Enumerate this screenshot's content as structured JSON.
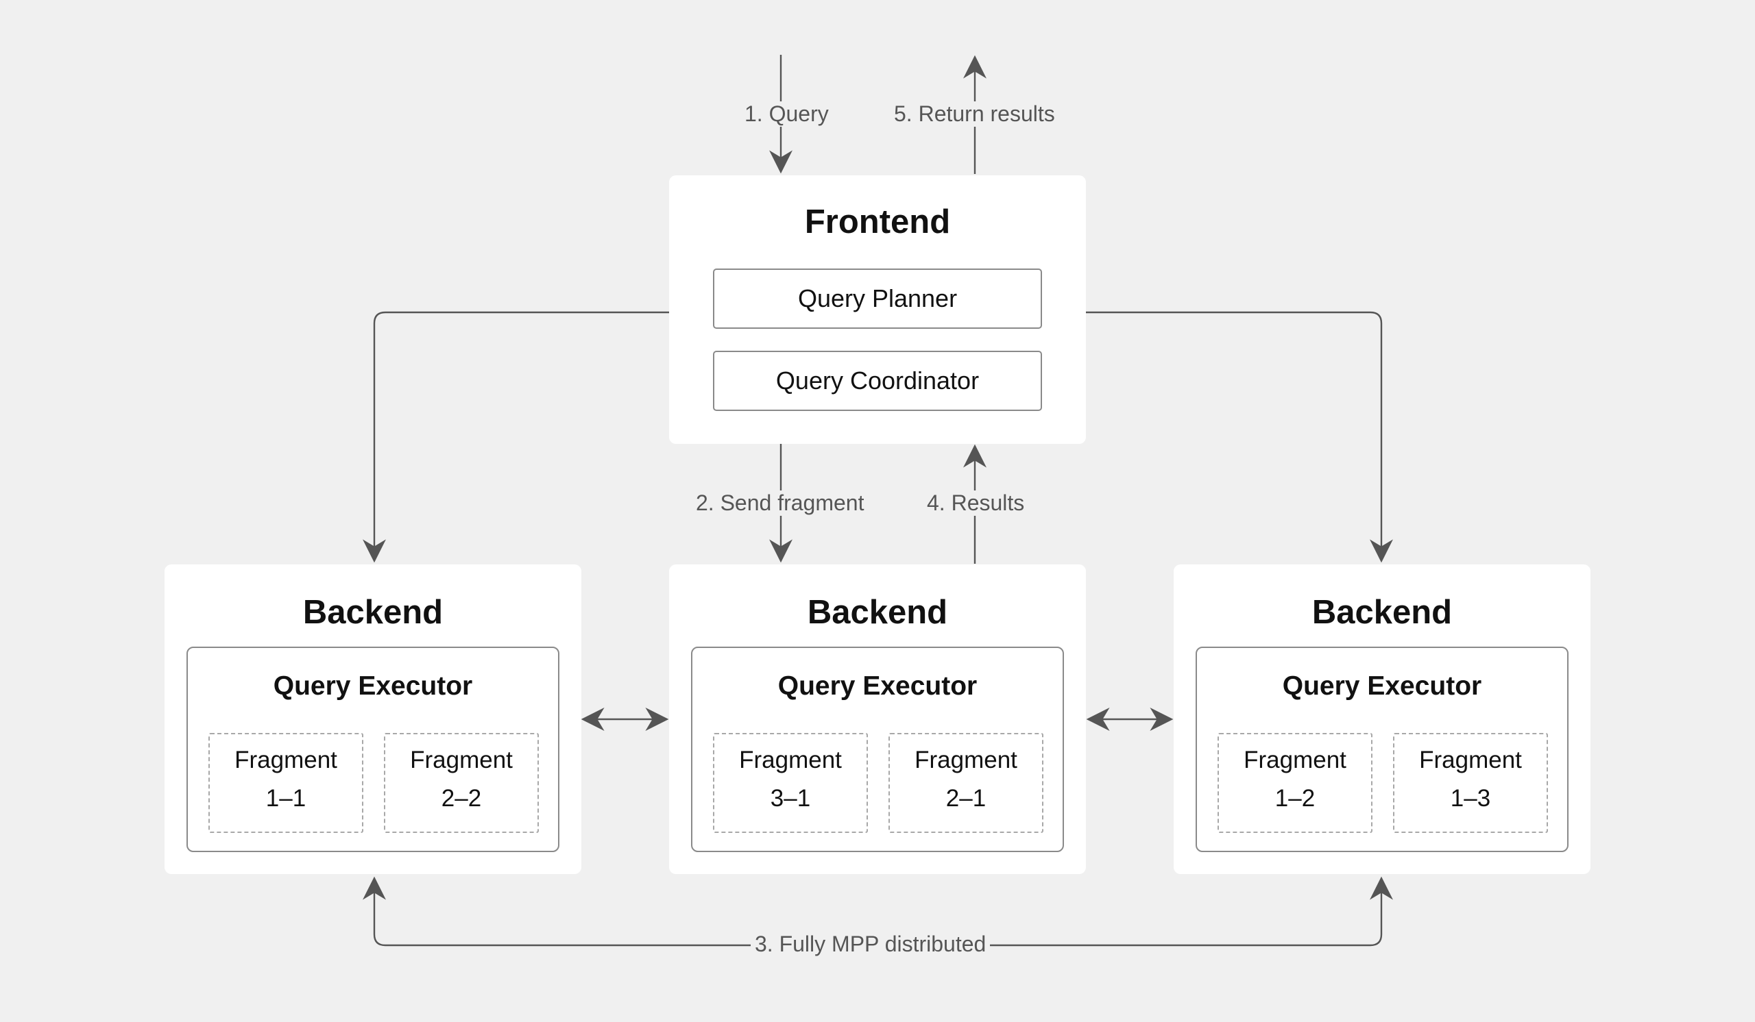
{
  "frontend": {
    "title": "Frontend",
    "components": [
      "Query Planner",
      "Query Coordinator"
    ]
  },
  "backends": [
    {
      "title": "Backend",
      "executor": "Query Executor",
      "fragments": [
        {
          "name": "Fragment",
          "id": "1–1"
        },
        {
          "name": "Fragment",
          "id": "2–2"
        }
      ]
    },
    {
      "title": "Backend",
      "executor": "Query Executor",
      "fragments": [
        {
          "name": "Fragment",
          "id": "3–1"
        },
        {
          "name": "Fragment",
          "id": "2–1"
        }
      ]
    },
    {
      "title": "Backend",
      "executor": "Query Executor",
      "fragments": [
        {
          "name": "Fragment",
          "id": "1–2"
        },
        {
          "name": "Fragment",
          "id": "1–3"
        }
      ]
    }
  ],
  "edges": {
    "query": "1. Query",
    "send_fragment": "2. Send fragment",
    "fully_mpp": "3. Fully MPP distributed",
    "results": "4. Results",
    "return_results": "5. Return results"
  },
  "colors": {
    "background": "#f0f0f0",
    "card": "#ffffff",
    "line": "#555555",
    "box_border": "#8a8a8a",
    "dashed_border": "#a8a8a8"
  }
}
